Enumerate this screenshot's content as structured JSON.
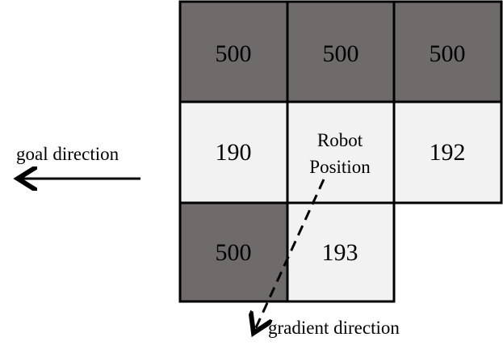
{
  "grid": {
    "rows": [
      [
        {
          "value": "500",
          "shade": "obstacle"
        },
        {
          "value": "500",
          "shade": "obstacle"
        },
        {
          "value": "500",
          "shade": "obstacle"
        }
      ],
      [
        {
          "value": "190",
          "shade": "free"
        },
        {
          "value": "Robot Position",
          "shade": "free",
          "line1": "Robot",
          "line2": "Position"
        },
        {
          "value": "192",
          "shade": "free"
        }
      ],
      [
        {
          "value": "500",
          "shade": "obstacle"
        },
        {
          "value": "193",
          "shade": "free"
        },
        null
      ]
    ],
    "colors": {
      "obstacle": "#6f6b6a",
      "free": "#f2f2f2",
      "border": "#000000"
    }
  },
  "labels": {
    "goal_direction": "goal direction",
    "gradient_direction": "gradient direction"
  }
}
